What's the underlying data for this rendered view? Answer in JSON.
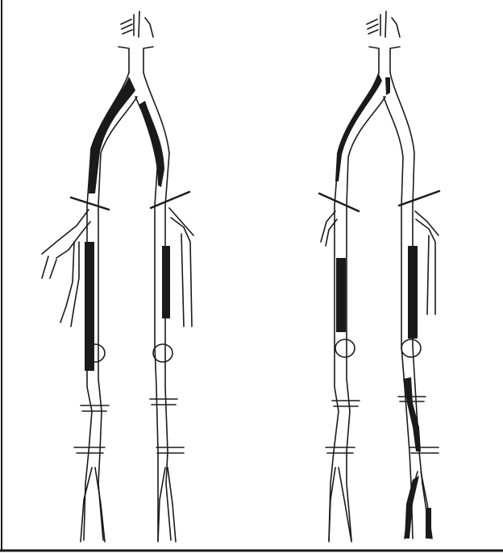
{
  "figure": {
    "panels": [
      {
        "id": "left",
        "occlusions": [
          "left-aortoiliac",
          "right-aortoiliac",
          "left-superficial-femoral",
          "right-superficial-femoral"
        ]
      },
      {
        "id": "right",
        "occlusions": [
          "left-aortoiliac-lateral",
          "right-aortoiliac-medial",
          "left-superficial-femoral",
          "right-superficial-femoral",
          "right-popliteal-tibial"
        ]
      }
    ],
    "colors": {
      "vessel": "#ffffff",
      "outline": "#1a1a1a",
      "occlusion": "#1a1a1a",
      "frame": "#1a1a1a"
    }
  }
}
